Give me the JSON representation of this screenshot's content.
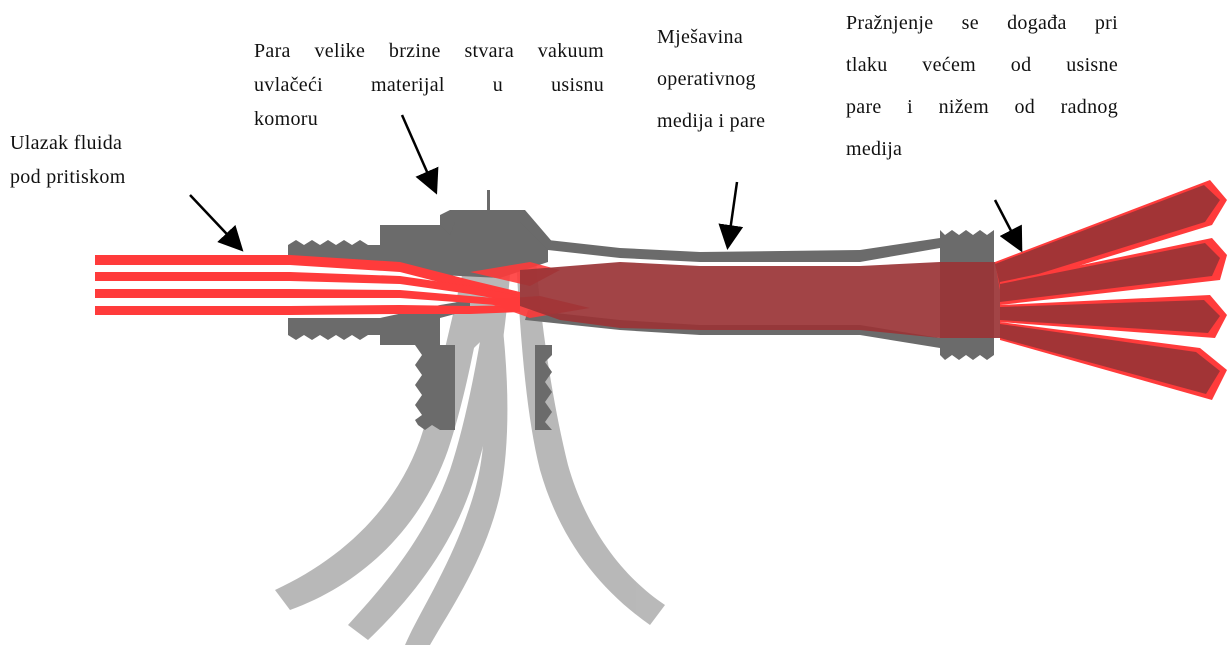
{
  "labels": {
    "inlet": {
      "lines": [
        "Ulazak fluida",
        "pod pritiskom"
      ]
    },
    "suction": {
      "lines": [
        "Para velike brzine stvara vakuum",
        "uvlačeći materijal u usisnu",
        "komoru"
      ]
    },
    "mixing": {
      "lines": [
        "Mješavina",
        "operativnog",
        "medija i pare"
      ]
    },
    "discharge": {
      "lines": [
        "Pražnjenje se događa pri",
        "tlaku većem od usisne",
        "pare i nižem od radnog",
        "medija"
      ]
    }
  },
  "colors": {
    "motive_fluid": "#ff3b3b",
    "mixture": "#9a3436",
    "ejector_body": "#6b6b6b",
    "suction_fluid": "#b5b5b5",
    "arrow": "#000000"
  }
}
